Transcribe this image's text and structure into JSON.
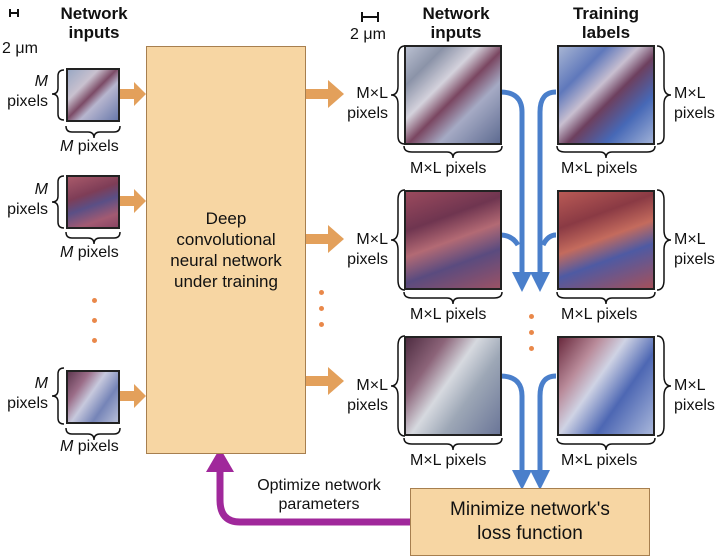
{
  "headers": {
    "left_inputs": "Network\ninputs",
    "right_inputs": "Network\ninputs",
    "labels": "Training\nlabels"
  },
  "scale_bars": {
    "left": "2 μm",
    "right": "2 μm"
  },
  "left_rows": {
    "height_label": "pixels",
    "width_label": "pixels",
    "var": "M"
  },
  "right_rows": {
    "dim_label": "pixels",
    "var": "M×L"
  },
  "network_box": "Deep\nconvolutional\nneural network\nunder training",
  "loss_box": "Minimize network's\nloss function",
  "optimize_label": "Optimize network\nparameters",
  "colors": {
    "box_fill": "#f7d6a3",
    "orange_arrow": "#e3a05b",
    "blue_arrow": "#4a7fcb",
    "purple_arrow": "#a0289b",
    "dots": "#e9884a"
  }
}
